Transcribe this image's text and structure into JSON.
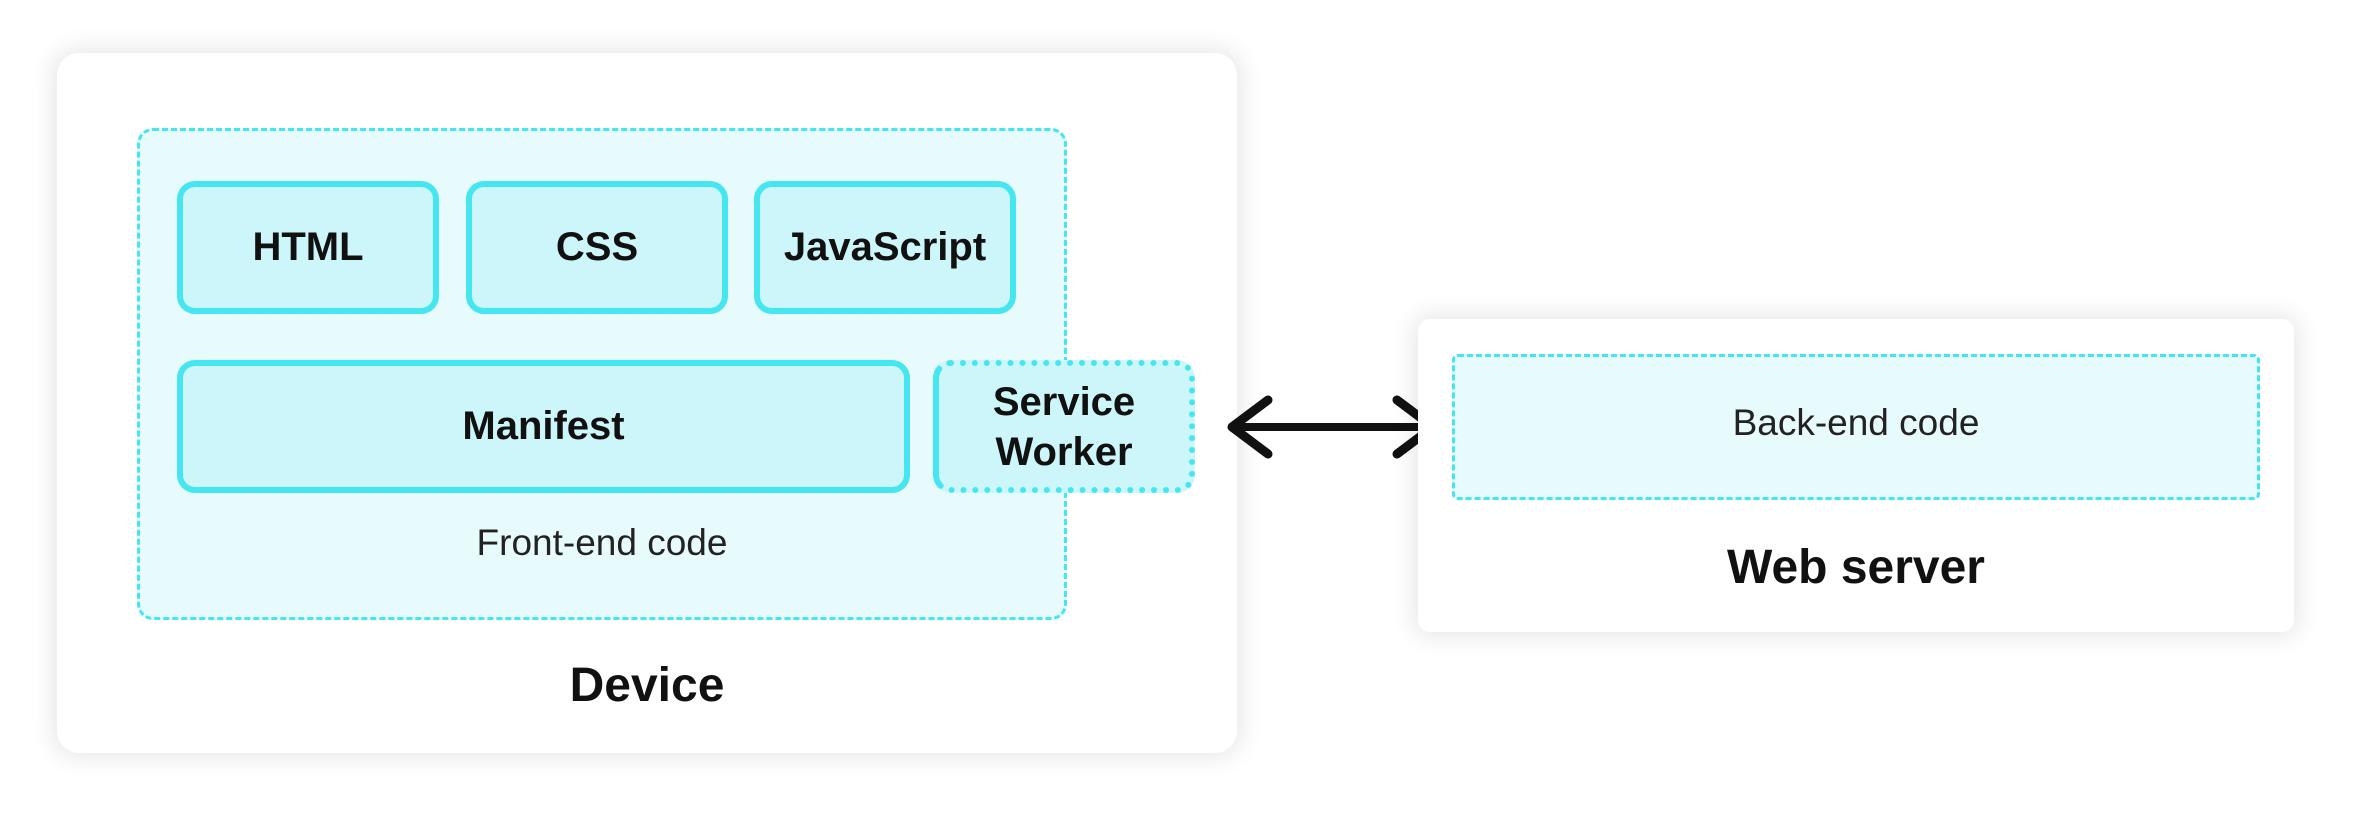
{
  "device": {
    "title": "Device",
    "frontend": {
      "label": "Front-end code",
      "items": {
        "html": "HTML",
        "css": "CSS",
        "javascript": "JavaScript",
        "manifest": "Manifest",
        "service_worker": "Service Worker"
      }
    }
  },
  "server": {
    "title": "Web server",
    "backend_label": "Back-end code"
  },
  "connection": {
    "arrow_icon": "double-headed-arrow-icon"
  },
  "colors": {
    "accent_border": "#45e6ef",
    "box_fill": "#ccf6fa",
    "region_fill": "#e8fbfc"
  }
}
